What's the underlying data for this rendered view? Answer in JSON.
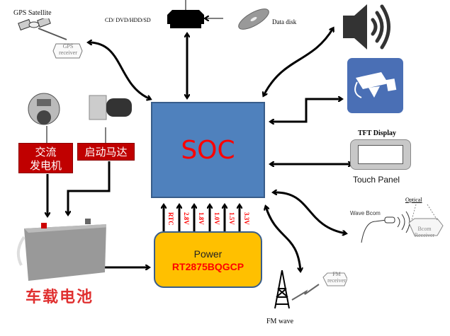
{
  "soc": {
    "label": "SOC"
  },
  "power": {
    "title": "Power",
    "part": "RT2875BQGCP",
    "rails": [
      "RTC",
      "2.8V",
      "1.8V",
      "1.0V",
      "1.5V",
      "3.3V"
    ]
  },
  "peripherals": {
    "gps": {
      "title": "GPS Satellite",
      "receiver": "GPS receiver"
    },
    "storage": {
      "title": "CD/ DVD/HDD/SD",
      "disk": "Data disk"
    },
    "alternator": {
      "label_line1": "交流",
      "label_line2": "发电机"
    },
    "starter": {
      "label": "启动马达"
    },
    "battery": {
      "label": "车载电池"
    },
    "tft": {
      "title": "TFT Display",
      "caption": "Touch Panel"
    },
    "bcom": {
      "title": "Wave Bcom",
      "optical": "Optical",
      "receiver": "Bcom Receiver"
    },
    "fm": {
      "title": "FM wave",
      "receiver": "FM receiver"
    },
    "speaker": {
      "icon": "speaker-icon"
    },
    "camera": {
      "icon": "camera-icon"
    }
  },
  "colors": {
    "soc_fill": "#4f81bd",
    "power_fill": "#ffc000",
    "accent_red": "#ff0000",
    "label_box": "#c00000"
  }
}
